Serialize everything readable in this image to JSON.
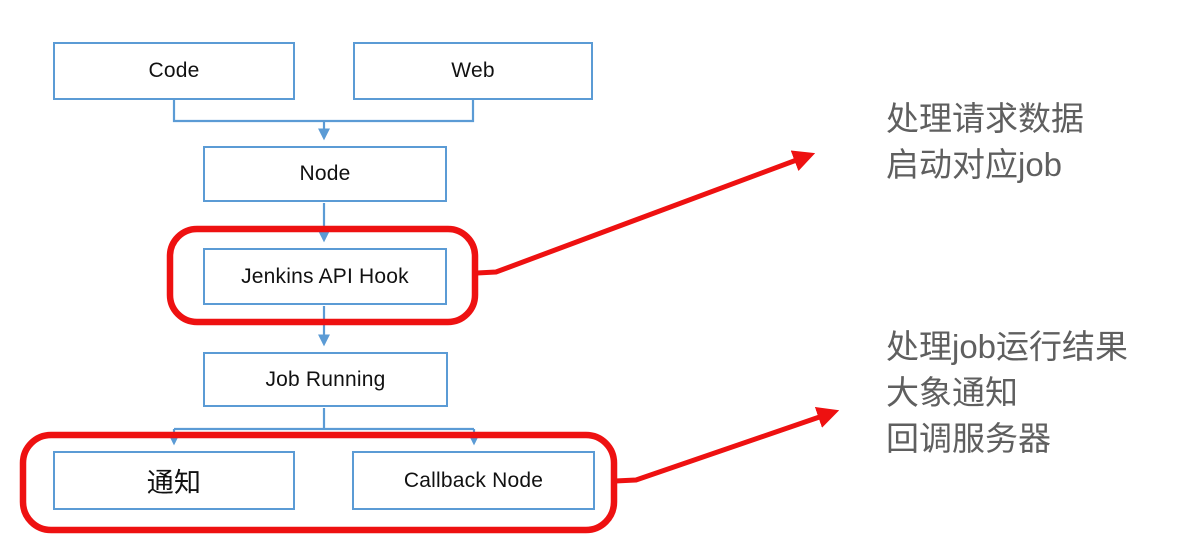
{
  "colors": {
    "blue": "#5b9bd5",
    "red": "#ee1111",
    "gray": "#5f5f5f",
    "boxtext": "#111111",
    "bg": "#ffffff"
  },
  "diagram": {
    "nodes": {
      "code": "Code",
      "web": "Web",
      "node": "Node",
      "jenkins": "Jenkins API Hook",
      "job_running": "Job Running",
      "notify": "通知",
      "callback": "Callback Node"
    },
    "annotations": {
      "top": {
        "lines": [
          "处理请求数据",
          "启动对应job"
        ]
      },
      "bottom": {
        "lines": [
          "处理job运行结果",
          "大象通知",
          "回调服务器"
        ]
      }
    },
    "icons": {
      "arrow": "red-arrow-pointer"
    }
  }
}
